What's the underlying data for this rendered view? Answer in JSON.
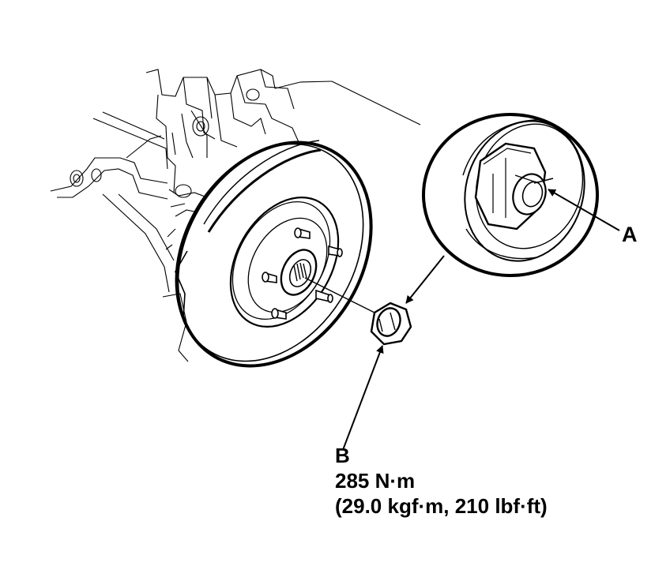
{
  "callouts": {
    "a": {
      "letter": "A"
    },
    "b": {
      "letter": "B",
      "torque_metric": "285 N·m",
      "torque_other": "(29.0 kgf·m, 210 lbf·ft)"
    }
  },
  "colors": {
    "line": "#000000",
    "background": "#ffffff"
  }
}
